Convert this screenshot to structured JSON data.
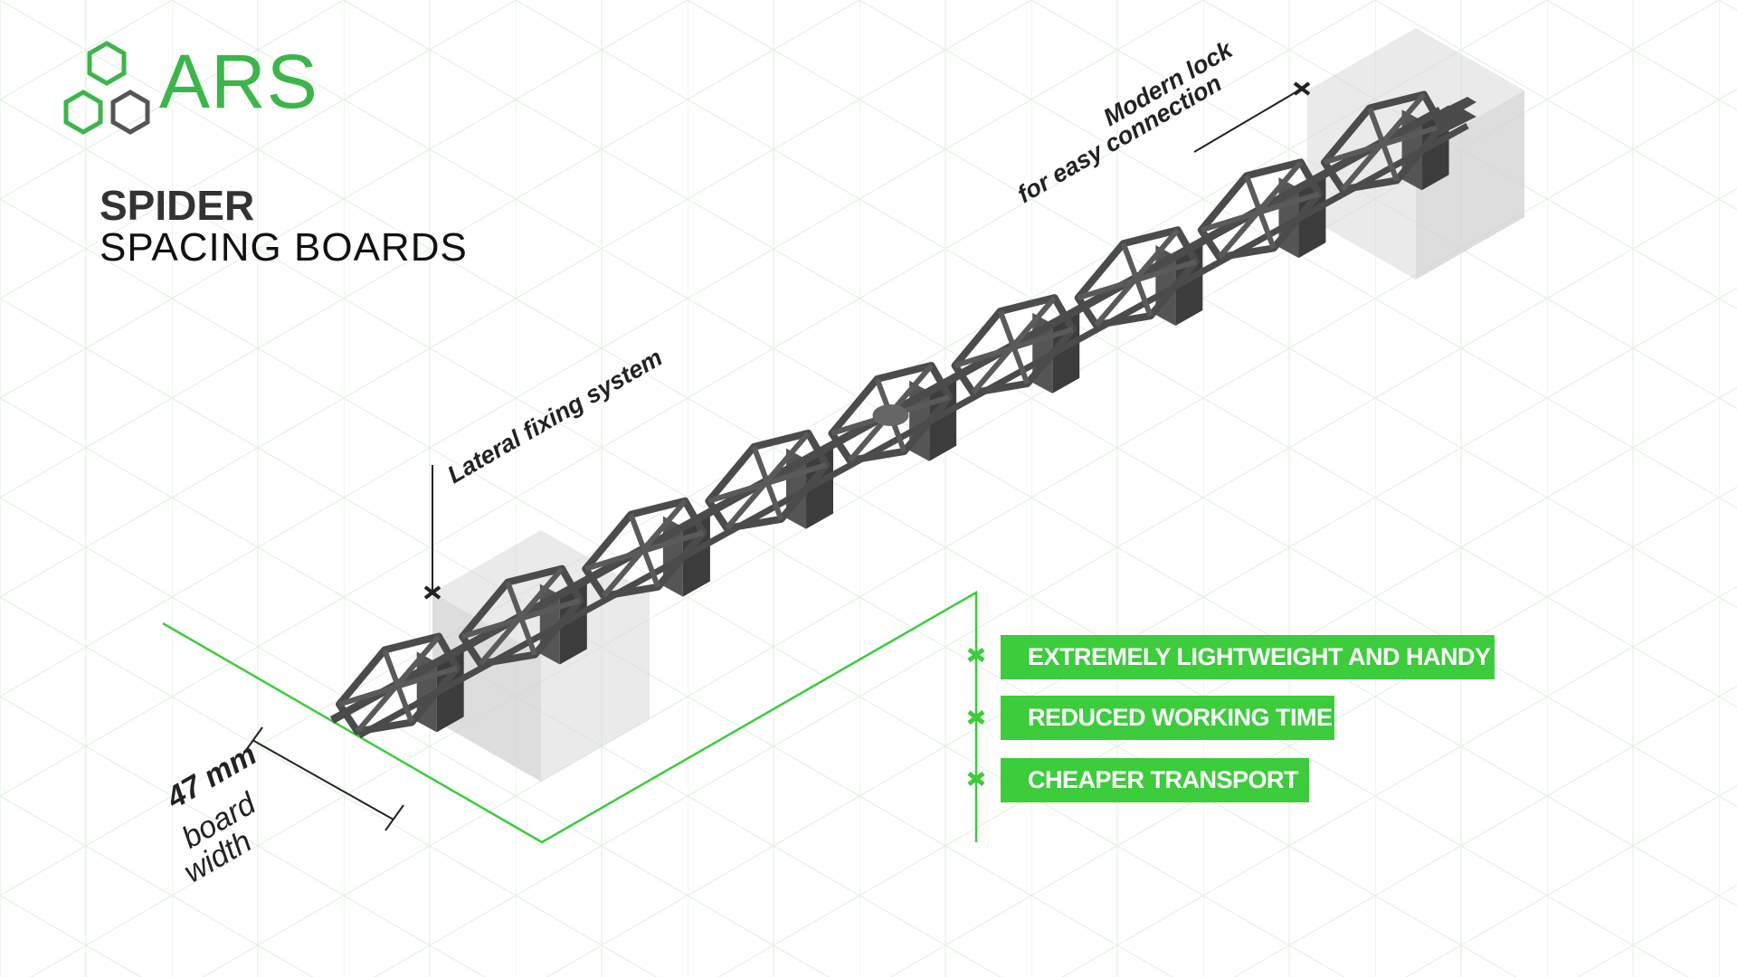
{
  "brand": {
    "name": "ARS",
    "green": "#3cb54a",
    "gray": "#555555"
  },
  "title": {
    "line1": "SPIDER",
    "line2": "SPACING BOARDS"
  },
  "annotations": {
    "lateral": "Lateral fixing system",
    "lock_line1": "Modern lock",
    "lock_line2": "for easy connection",
    "width_value": "47 mm",
    "width_label1": "board",
    "width_label2": "width"
  },
  "features": [
    {
      "label": "EXTREMELY LIGHTWEIGHT AND HANDY"
    },
    {
      "label": "REDUCED WORKING TIME"
    },
    {
      "label": "CHEAPER TRANSPORT"
    }
  ],
  "colors": {
    "feature_bg": "#3ccc3c",
    "board": "#4b4b4b",
    "grid": "#e3f2e3"
  }
}
